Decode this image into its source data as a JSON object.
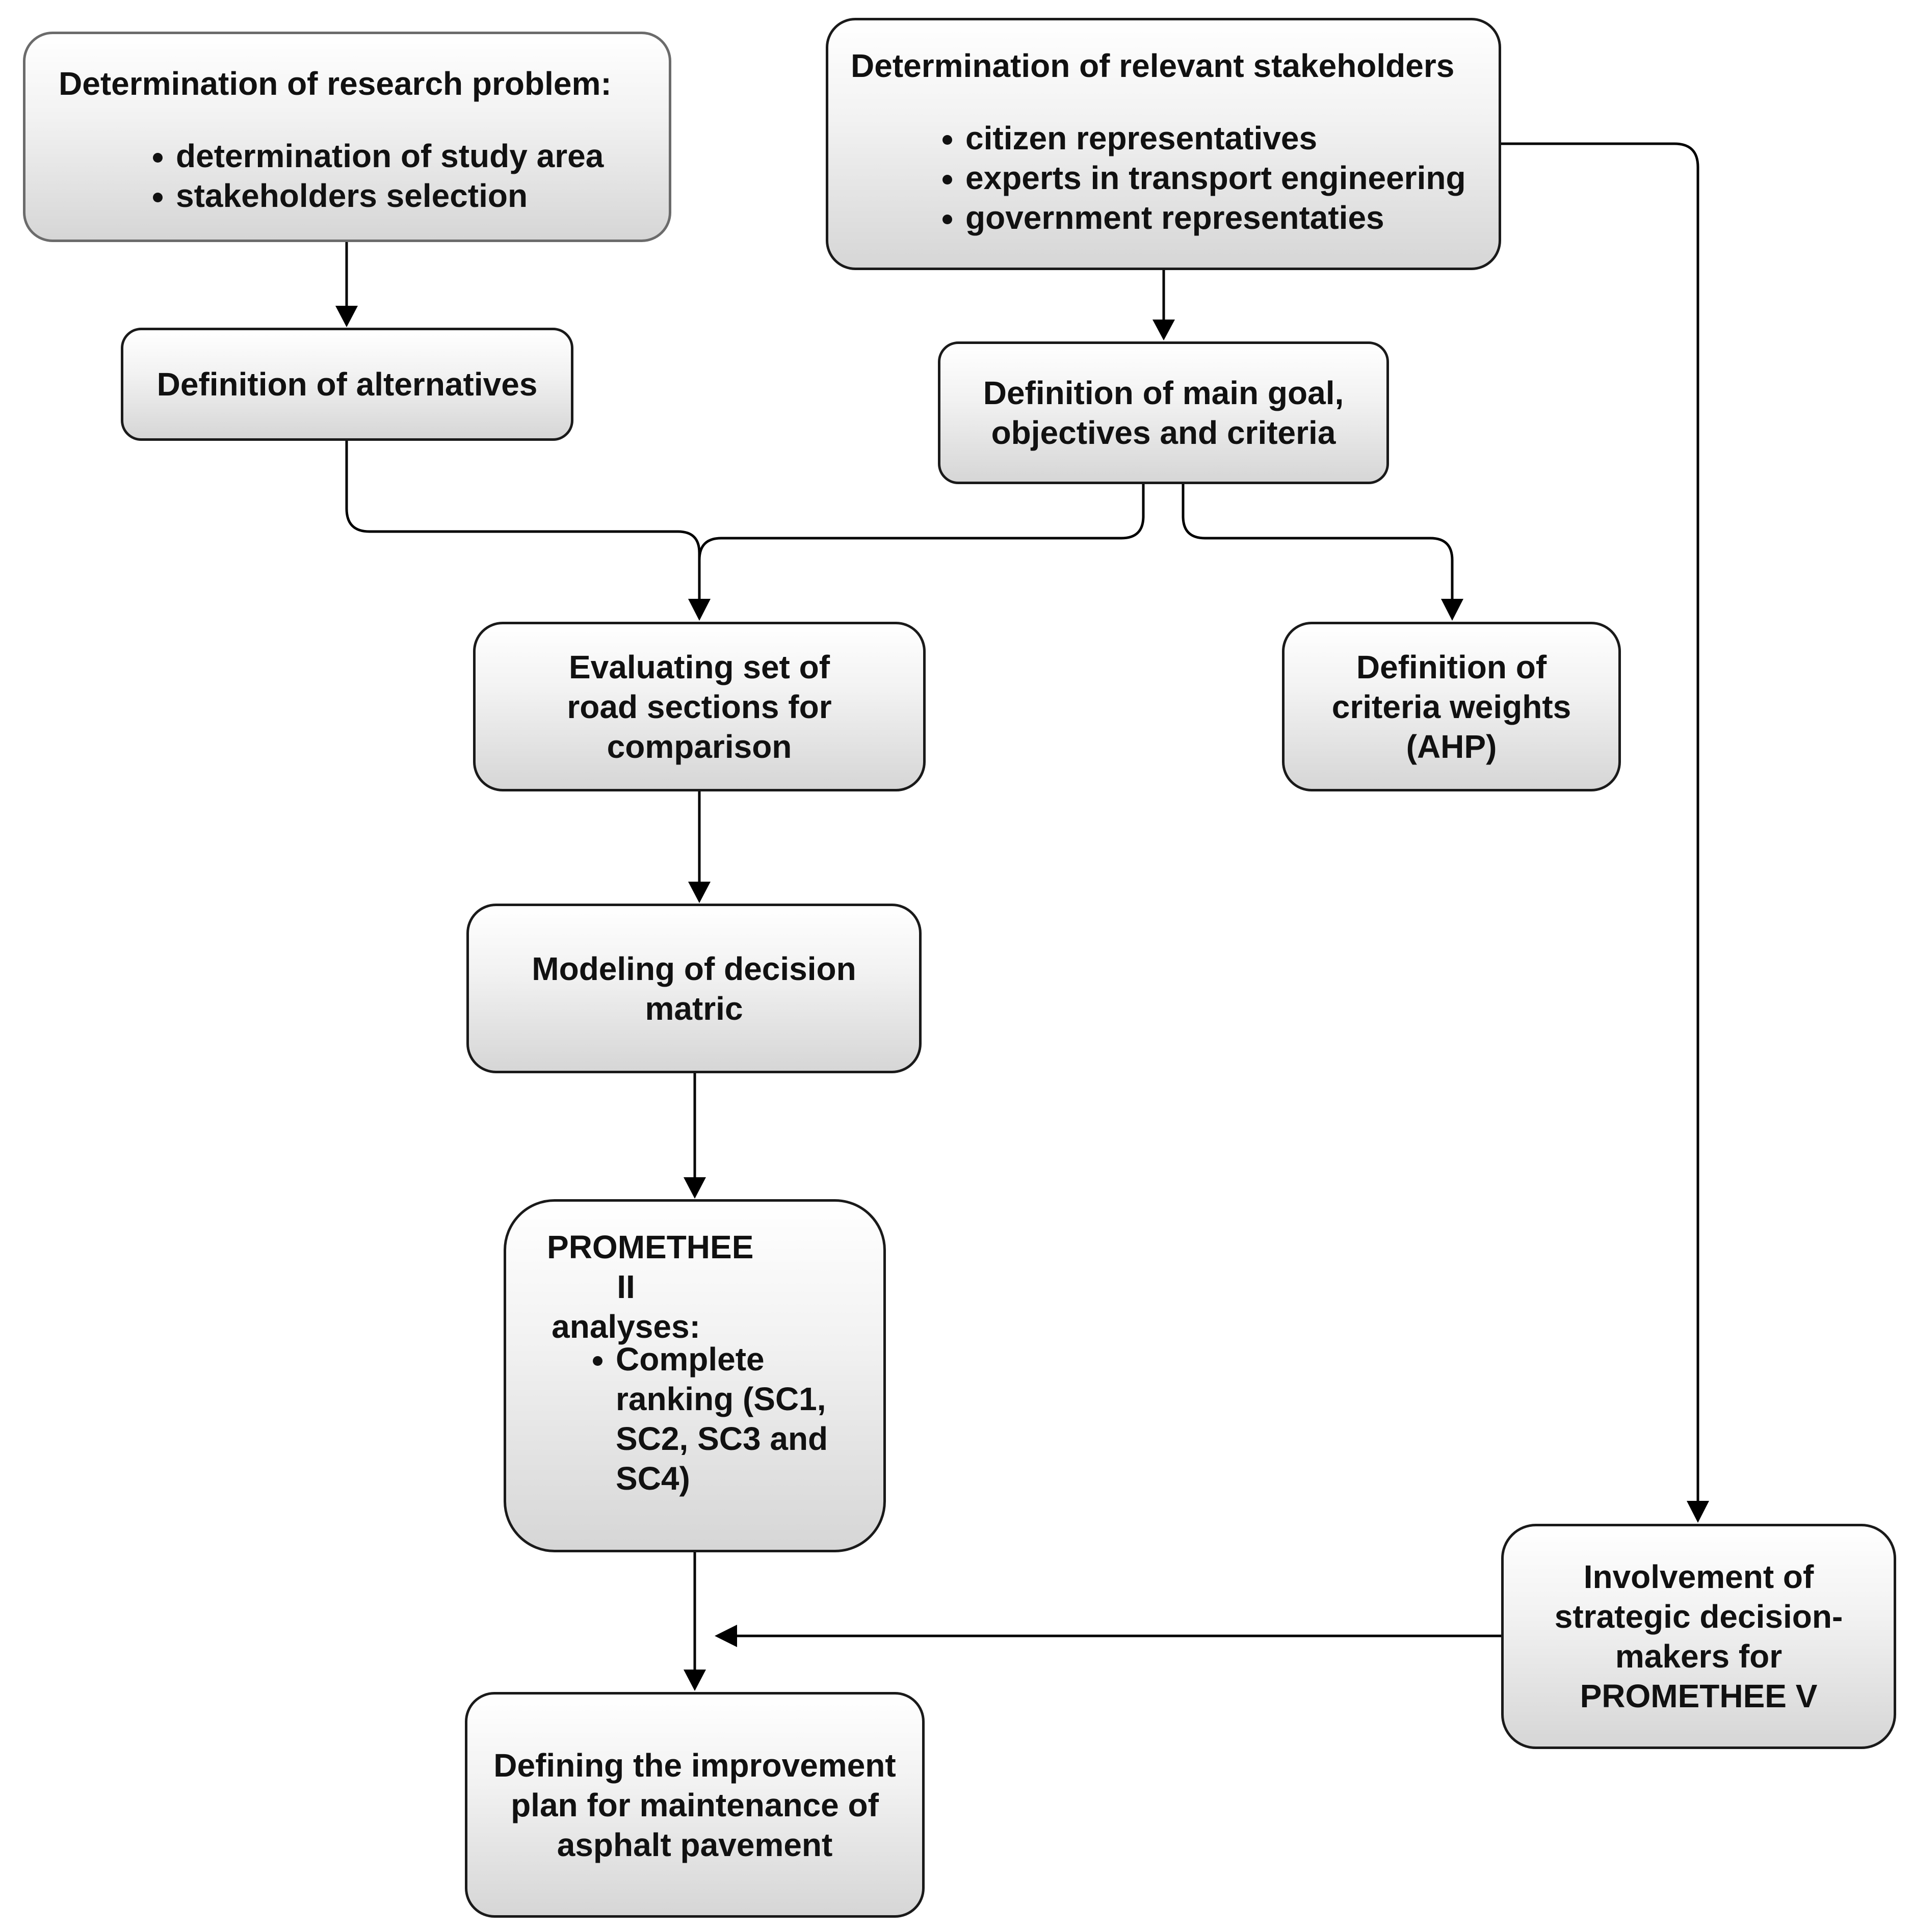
{
  "nodes": {
    "research_problem": {
      "title": "Determination of research problem:",
      "items": [
        "determination of study area",
        "stakeholders selection"
      ]
    },
    "stakeholders": {
      "title": "Determination of relevant stakeholders",
      "items": [
        "citizen representatives",
        "experts in transport engineering",
        "government representaties"
      ]
    },
    "alternatives": {
      "lines": [
        "Definition of alternatives"
      ]
    },
    "goal": {
      "lines": [
        "Definition of main goal,",
        "objectives and criteria"
      ]
    },
    "evaluating": {
      "lines": [
        "Evaluating set of",
        "road sections for",
        "comparison"
      ]
    },
    "weights": {
      "lines": [
        "Definition of",
        "criteria weights",
        "(AHP)"
      ]
    },
    "modeling": {
      "lines": [
        "Modeling of decision",
        "matric"
      ]
    },
    "promethee": {
      "title_lines": [
        "PROMETHEE II",
        "analyses:"
      ],
      "items": [
        [
          "Complete",
          "ranking (SC1,",
          "SC2, SC3 and",
          "SC4)"
        ]
      ]
    },
    "involvement": {
      "lines": [
        "Involvement of",
        "strategic decision-",
        "makers for",
        "PROMETHEE V"
      ]
    },
    "improvement": {
      "lines": [
        "Defining the improvement",
        "plan for maintenance of",
        "asphalt pavement"
      ]
    }
  },
  "style": {
    "box_border": "#1a1a1a",
    "box_gradient_top": "#ffffff",
    "box_gradient_bottom": "#d6d6d6",
    "text": "#111111",
    "connector": "#000000"
  }
}
